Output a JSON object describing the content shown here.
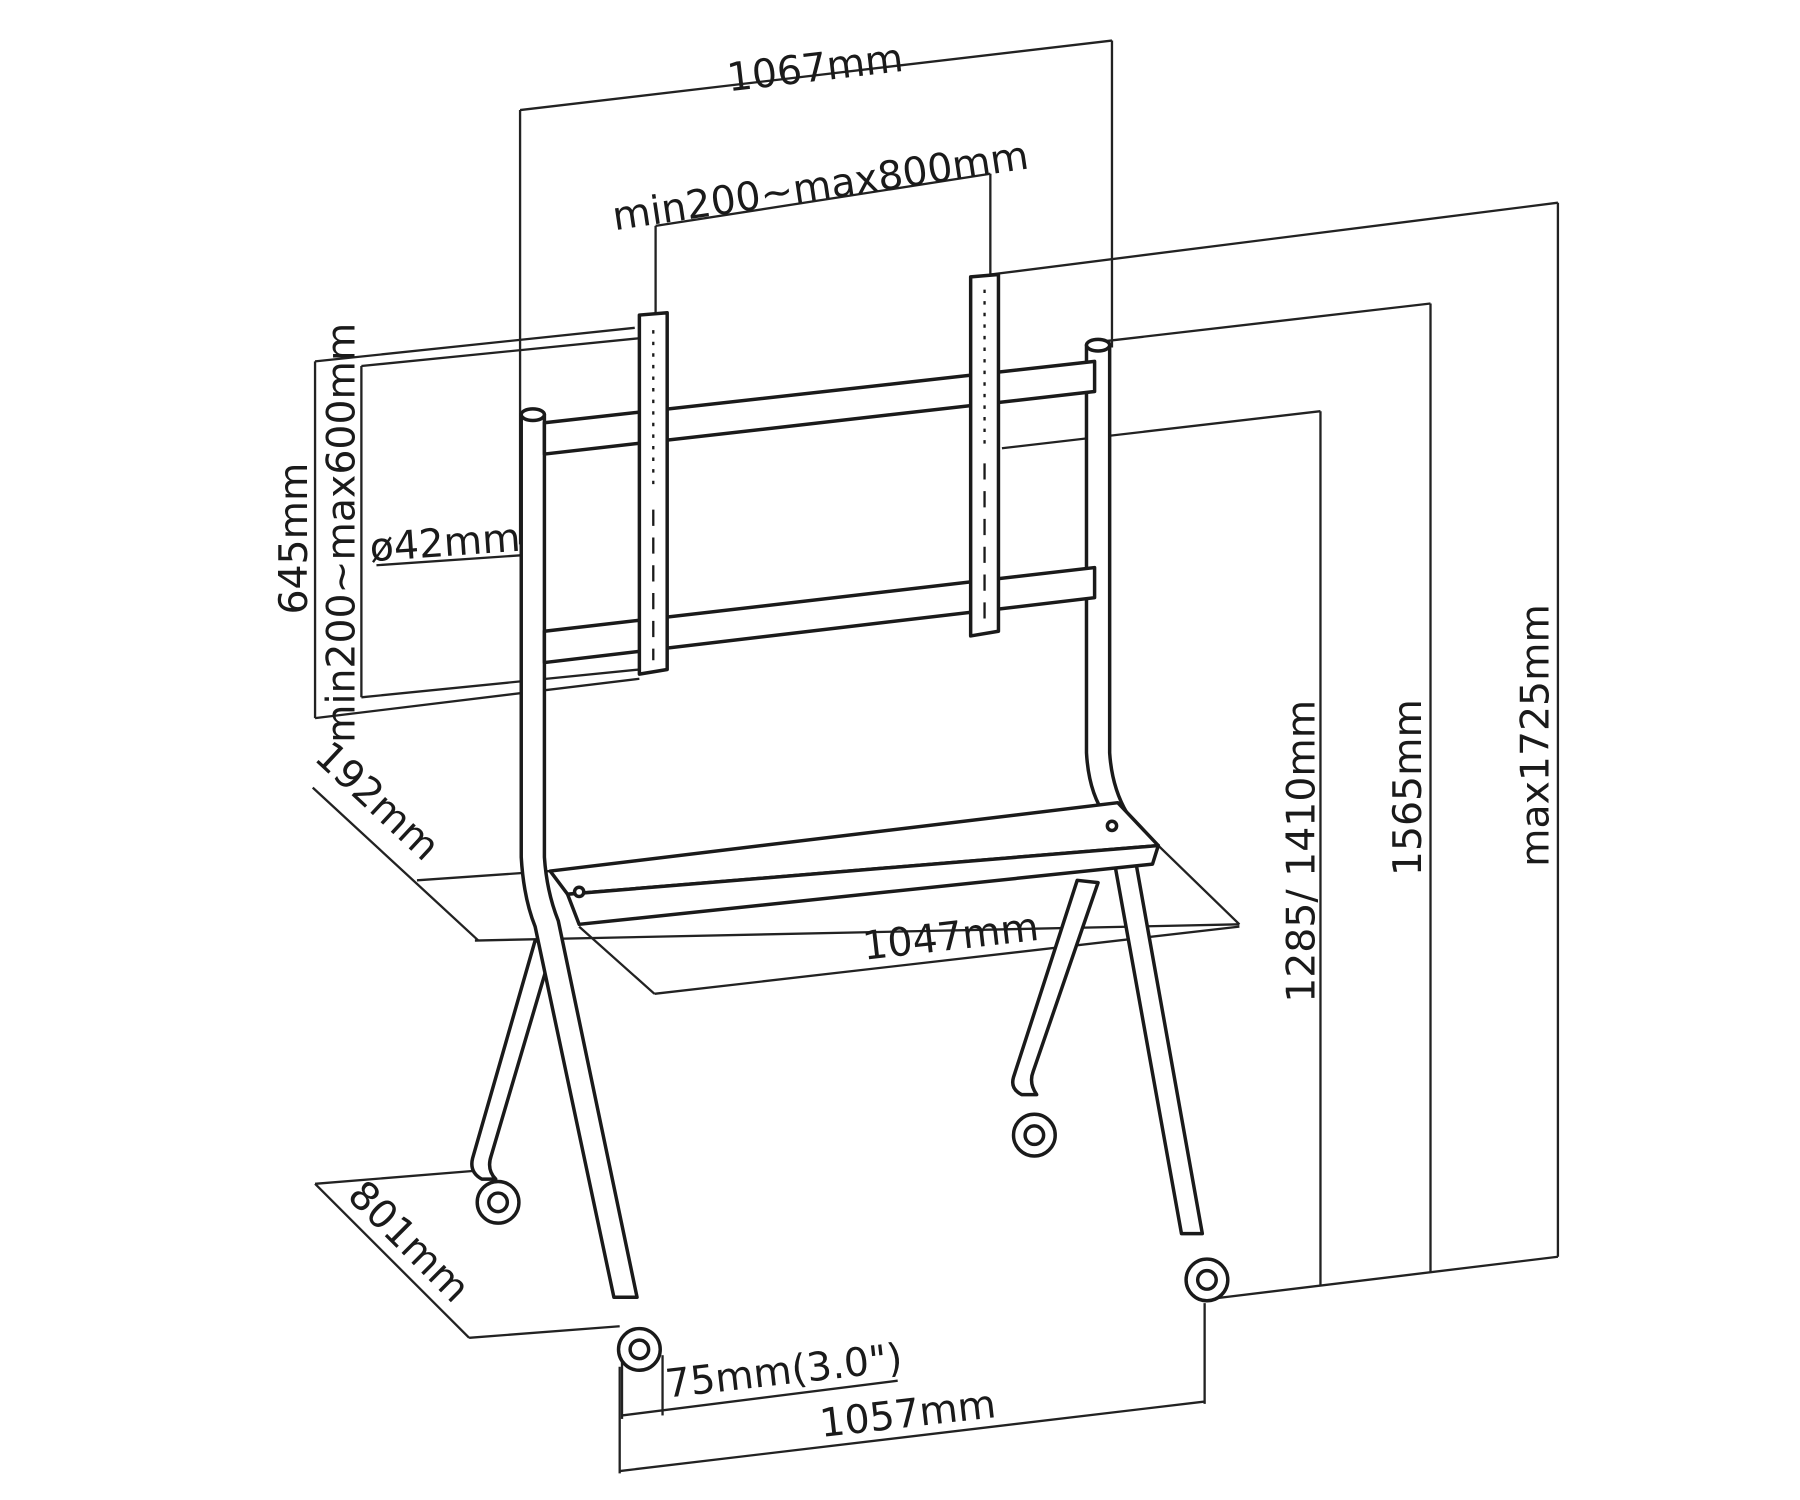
{
  "title": "Mobile TV stand dimensions",
  "dimensions": {
    "overall_width": "1067mm",
    "vesa_horizontal": "min200~max800mm",
    "bracket_height": "645mm",
    "vesa_vertical": "min200~max600mm",
    "pole_diameter": "ø42mm",
    "shelf_depth": "192mm",
    "shelf_width": "1047mm",
    "center_height": "1285/ 1410mm",
    "pole_height": "1565mm",
    "max_height": "max1725mm",
    "base_depth": "801mm",
    "caster_size": "75mm(3.0\")",
    "base_width": "1057mm"
  }
}
